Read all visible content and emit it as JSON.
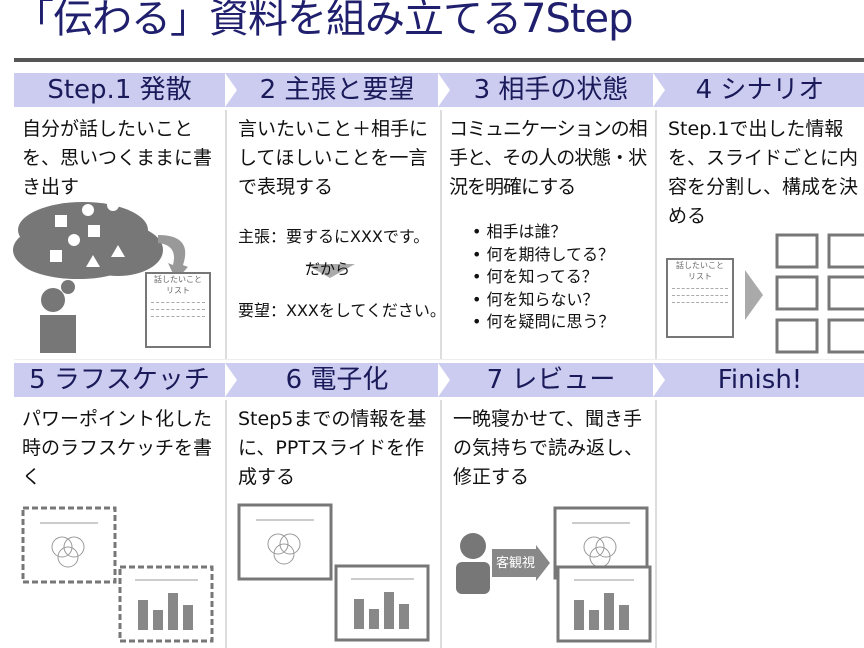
{
  "title": "「伝わる」資料を組み立てる7Step",
  "steps": [
    {
      "header": "Step.1 発散",
      "text": "自分が話したいことを、思いつくままに書き出す"
    },
    {
      "header": "2 主張と要望",
      "text": "言いたいこと＋相手にしてほしいことを一言で表現する"
    },
    {
      "header": "3 相手の状態",
      "text": "コミュニケーションの相手と、その人の状態・状況を明確にする"
    },
    {
      "header": "4 シナリオ",
      "text": "Step.1で出した情報を、スライドごとに内容を分割し、構成を決める"
    },
    {
      "header": "5 ラフスケッチ",
      "text": "パワーポイント化した時のラフスケッチを書く"
    },
    {
      "header": "6 電子化",
      "text": "Step5までの情報を基に、PPTスライドを作成する"
    },
    {
      "header": "7 レビュー",
      "text": "一晩寝かせて、聞き手の気持ちで読み返し、修正する"
    },
    {
      "header": "Finish!",
      "text": ""
    }
  ],
  "step2": {
    "claim": "主張：要するにXXXです。",
    "connector": "だから",
    "request": "要望：XXXをしてください。"
  },
  "step3": {
    "questions": [
      "相手は誰？",
      "何を期待してる？",
      "何を知ってる？",
      "何を知らない？",
      "何を疑問に思う？"
    ]
  },
  "list_doc": {
    "line1": "話したいこと",
    "line2": "リスト"
  },
  "review_label": "客観視"
}
